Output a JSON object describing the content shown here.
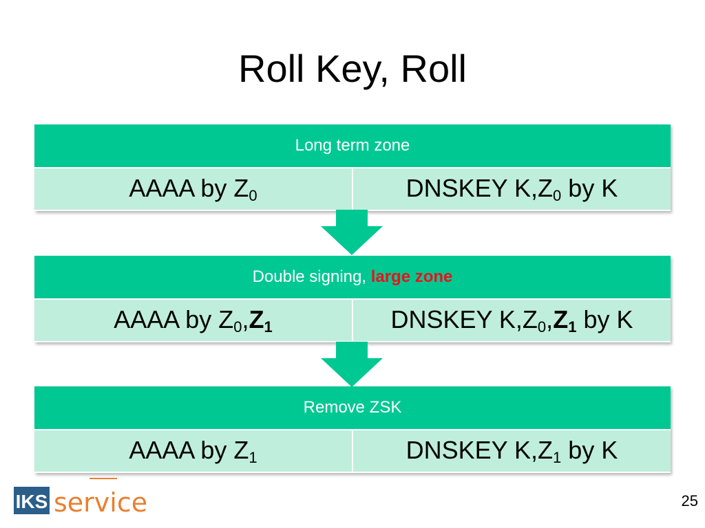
{
  "title": "Roll Key, Roll",
  "colors": {
    "header": "#00c893",
    "cell": "#bfeedd",
    "arrow": "#00c893",
    "highlight": "#e8141b",
    "logo_blue": "#2b5f8a",
    "logo_orange": "#e9802f"
  },
  "stages": [
    {
      "header": "Long term zone",
      "left": {
        "a": "AAAA by Z",
        "a_sub": "0"
      },
      "right": {
        "a": "DNSKEY K,Z",
        "a_sub": "0",
        "b": " by K"
      }
    },
    {
      "header": "Double signing, ",
      "header_highlight": "large zone",
      "left": {
        "a": "AAAA by Z",
        "a_sub": "0",
        "sep": ",",
        "bold": "Z",
        "bold_sub": "1"
      },
      "right": {
        "a": "DNSKEY K,Z",
        "a_sub": "0",
        "sep": ",",
        "bold": "Z",
        "bold_sub": "1",
        "b": " by K"
      }
    },
    {
      "header": "Remove ZSK",
      "left": {
        "a": "AAAA by Z",
        "a_sub": "1"
      },
      "right": {
        "a": "DNSKEY K,Z",
        "a_sub": "1",
        "b": " by K"
      }
    }
  ],
  "arrows": [
    {
      "icon": "down-arrow-icon"
    },
    {
      "icon": "down-arrow-icon"
    }
  ],
  "logo": {
    "icon": "iks-service-logo",
    "left": "IKS",
    "right": "service"
  },
  "page_number": "25"
}
